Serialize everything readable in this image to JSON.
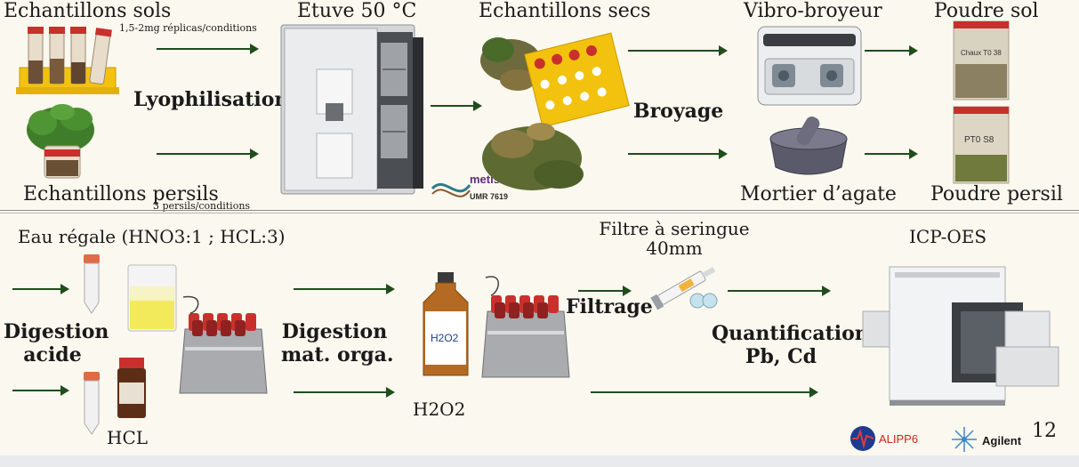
{
  "top": {
    "echantillons_sols": "Echantillons sols",
    "replicas_note": "1,5-2mg réplicas/conditions",
    "lyophilisation": "Lyophilisation",
    "echantillons_persils": "Echantillons persils",
    "persils_note": "3 persils/conditions",
    "etuve": "Etuve 50 °C",
    "echantillons_secs": "Echantillons secs",
    "broyage": "Broyage",
    "vibro_broyeur": "Vibro-broyeur",
    "mortier": "Mortier d’agate",
    "poudre_sol": "Poudre sol",
    "poudre_persil": "Poudre persil",
    "metis_logo": "metis",
    "metis_umr": "UMR 7619",
    "bag1_label": "Chaux T0 38",
    "bag2_label": "PT0 S8"
  },
  "bottom": {
    "eau_regale": "Eau régale (HNO3:1 ; HCL:3)",
    "digestion_acide_1": "Digestion",
    "digestion_acide_2": "acide",
    "hcl": "HCL",
    "digestion_mat_1": "Digestion",
    "digestion_mat_2": "mat. orga.",
    "h2o2": "H2O2",
    "bottle_label": "H2O2",
    "filtre_1": "Filtre à seringue",
    "filtre_2": "40mm",
    "filtrage": "Filtrage",
    "icp": "ICP-OES",
    "quantif_1": "Quantification",
    "quantif_2": "Pb, Cd",
    "alipp6": "ALIPP6",
    "agilent": "Agilent",
    "page_number": "12"
  },
  "colors": {
    "arrow": "#1f4d1c",
    "background": "#fbf8ef",
    "rack_yellow": "#f2c20f",
    "cap_red": "#c9302c"
  }
}
